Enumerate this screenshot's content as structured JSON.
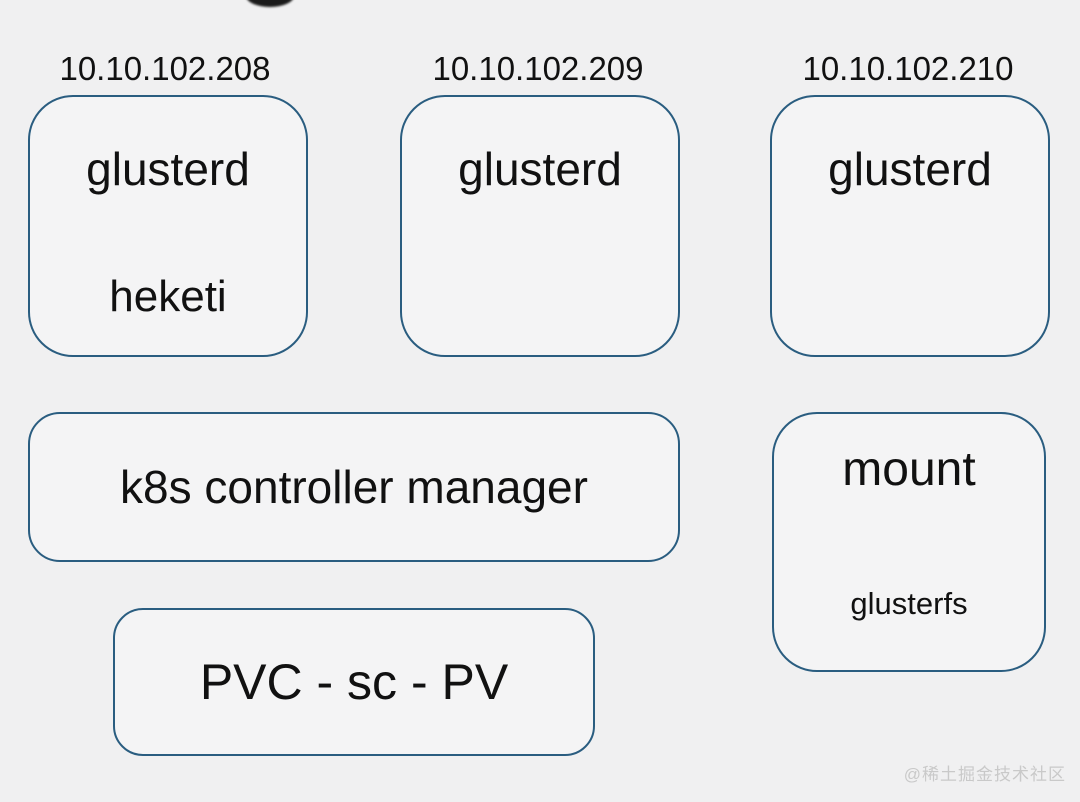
{
  "canvas": {
    "background_color": "#f0f0f1",
    "box_fill_color": "#f4f4f5",
    "box_border_color": "#2a5d80",
    "text_color": "#111111"
  },
  "nodes": [
    {
      "ip": "10.10.102.208",
      "labels": [
        "glusterd",
        "heketi"
      ]
    },
    {
      "ip": "10.10.102.209",
      "labels": [
        "glusterd"
      ]
    },
    {
      "ip": "10.10.102.210",
      "labels": [
        "glusterd"
      ]
    }
  ],
  "controller": {
    "label": "k8s controller manager"
  },
  "mount": {
    "title": "mount",
    "subtitle": "glusterfs"
  },
  "pvc": {
    "label": "PVC - sc - PV"
  },
  "watermark": {
    "text": "@稀土掘金技术社区"
  }
}
